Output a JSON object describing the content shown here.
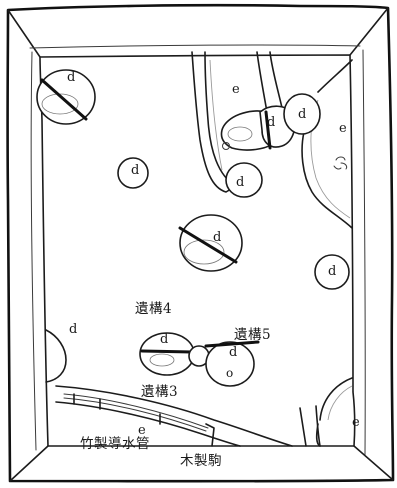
{
  "labels": {
    "d": "d",
    "e": "e",
    "o": "o",
    "iko4": "遺構4",
    "iko5": "遺構5",
    "iko3": "遺構3",
    "bamboo_pipe": "竹製導水管",
    "wooden_piece": "木製駒"
  },
  "colors": {
    "ink": "#1c1c1c",
    "background": "#ffffff"
  }
}
